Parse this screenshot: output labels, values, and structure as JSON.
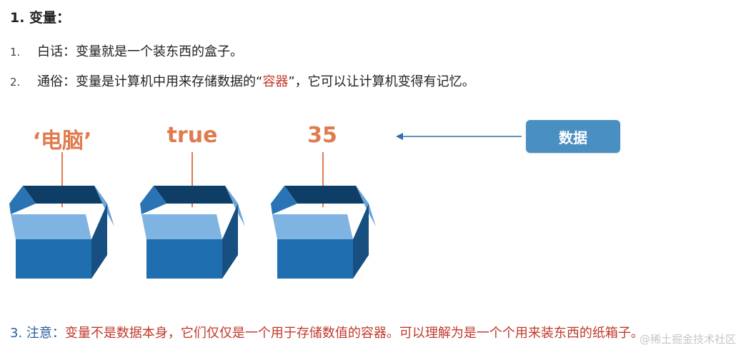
{
  "heading": "1. 变量：",
  "list": [
    {
      "num": "1.",
      "text": "白话：变量就是一个装东西的盒子。"
    },
    {
      "num": "2.",
      "text_before": "通俗：变量是计算机中用来存储数据的“",
      "highlight": "容器",
      "text_after": "”，它可以让计算机变得有记忆。"
    }
  ],
  "diagram": {
    "values": [
      "‘电脑’",
      "true",
      "35"
    ],
    "data_label": "数据",
    "colors": {
      "value": "#e07b4f",
      "box_front": "#1f6fb0",
      "box_side": "#174f80",
      "box_lid": "#6aa6d9",
      "button": "#4a8fc2",
      "arrow": "#2d6fb0"
    }
  },
  "note": {
    "prefix": "3. 注意：",
    "text": "变量不是数据本身，它们仅仅是一个用于存储数值的容器。可以理解为是一个个用来装东西的纸箱子。"
  },
  "watermark": "@稀土掘金技术社区"
}
